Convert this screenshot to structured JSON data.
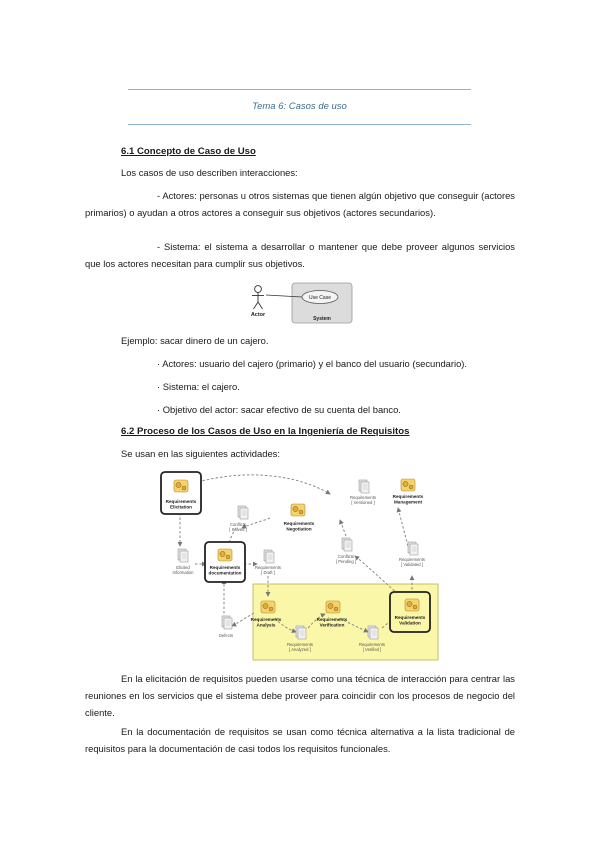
{
  "header": {
    "title": "Tema 6: Casos de uso"
  },
  "section1": {
    "heading": "6.1 Concepto de Caso de Uso",
    "intro": "Los casos de uso describen interacciones:",
    "actors_para": "- Actores: personas u otros sistemas que tienen algún objetivo que conseguir (actores primarios) o ayudan a otros actores a conseguir sus objetivos (actores secundarios).",
    "system_para": "- Sistema: el sistema a desarrollar o mantener que debe proveer algunos servicios que los actores necesitan para cumplir sus objetivos.",
    "diagram": {
      "actor_label": "Actor",
      "usecase_label": "Use Case",
      "system_label": "System"
    },
    "example_intro": "Ejemplo: sacar dinero de un cajero.",
    "example_items": [
      "· Actores: usuario del cajero (primario) y el banco del usuario (secundario).",
      "· Sistema: el cajero.",
      "· Objetivo del actor: sacar efectivo de su cuenta del banco."
    ]
  },
  "section2": {
    "heading": "6.2 Proceso de los Casos de Uso en la Ingeniería de Requisitos",
    "intro": "Se usan en las siguientes actividades:",
    "diagram": {
      "elicitation": [
        "Requirements",
        "Elicitation"
      ],
      "documentation": [
        "Requirements",
        "documentation"
      ],
      "negotiation": [
        "Requirements",
        "Negotiation"
      ],
      "management": [
        "Requirements",
        "Management"
      ],
      "analysis": [
        "Requirements",
        "Analysis"
      ],
      "verification": [
        "Requirements",
        "Verification"
      ],
      "validation": [
        "Requirements",
        "Validation"
      ],
      "elicited_info": [
        "Elicited",
        "Information"
      ],
      "conflicts_solved": [
        "Conflicts",
        "[ Solved ]"
      ],
      "conflicts_pending": [
        "Conflicts",
        "[ Pending ]"
      ],
      "req_draft": [
        "Requirements",
        "[ Draft ]"
      ],
      "req_versioned": [
        "Requirements",
        "[ Versioned ]"
      ],
      "req_validated": [
        "Requirements",
        "[ Validated ]"
      ],
      "req_analyzed": [
        "Requirements",
        "[ Analyzed ]"
      ],
      "req_verified": [
        "Requirements",
        "[ Verified ]"
      ],
      "defects": "Defects"
    },
    "para1": "En la elicitación de requisitos pueden usarse como una técnica de interacción para centrar las reuniones en los servicios que el sistema debe proveer para coincidir con los procesos de negocio del cliente.",
    "para2": "En la documentación de requisitos se usan como técnica alternativa a la lista tradicional de requisitos para la documentación de casi todos los requisitos funcionales."
  }
}
